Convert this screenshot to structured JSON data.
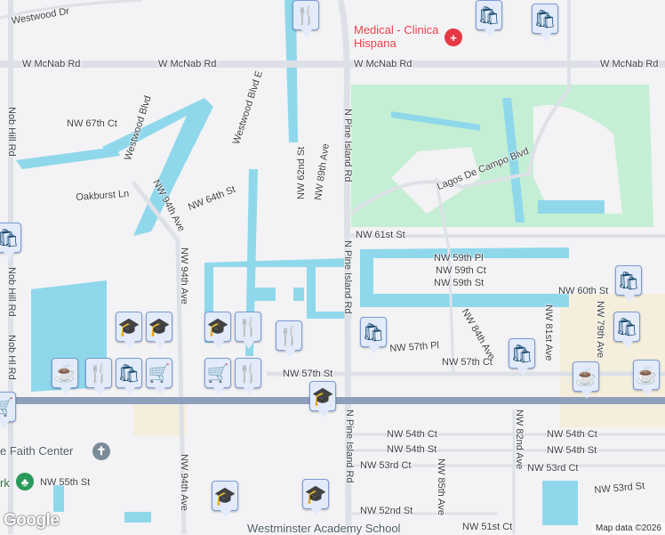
{
  "colors": {
    "background": "#f3f2f4",
    "water": "#8fd8ec",
    "park": "#c4efd4",
    "road": "#dde1e7",
    "highway": "#8d9fb9",
    "commercial": "#f5eedc",
    "marker_icon": "#0f4468",
    "marker_bg": "#e3ebfb"
  },
  "labels": {
    "westwood_dr": "Westwood Dr",
    "mcnab": "W McNab Rd",
    "nob_hill": "Nob Hill Rd",
    "nob_hill_short": "Nob Hl Rd",
    "westwood_blvd": "Westwood Blvd",
    "westwood_blvd_e": "Westwood Blvd E",
    "nw_67th_ct": "NW 67th Ct",
    "oakburst": "Oakburst Ln",
    "nw_94th_ave": "NW 94th Ave",
    "nw_64th_st": "NW 64th St",
    "nw_62nd_st": "NW 62nd St",
    "nw_89th_ave": "NW 89th Ave",
    "pine_island": "N Pine Island Rd",
    "lagos": "Lagos De Campo Blvd",
    "medical": "Medical - Clinica Hispana",
    "nw_61st_st": "NW 61st St",
    "nw_59th_pl": "NW 59th Pl",
    "nw_59th_ct": "NW 59th Ct",
    "nw_59th_st": "NW 59th St",
    "nw_60th_st": "NW 60th St",
    "nw_84th_ave": "NW 84th Ave",
    "nw_81st_ave": "NW 81st Ave",
    "nw_79th_ave": "NW 79th Ave",
    "nw_57th_pl": "NW 57th Pl",
    "nw_57th_ct": "NW 57th Ct",
    "nw_57th_st": "NW 57th St",
    "nw_54th_ct": "NW 54th Ct",
    "nw_54th_st": "NW 54th St",
    "nw_53rd_ct": "NW 53rd Ct",
    "nw_53rd_st": "NW 53rd St",
    "nw_85th_ave": "NW 85th Ave",
    "nw_82nd_ave": "NW 82nd Ave",
    "nw_52nd_st": "NW 52nd St",
    "nw_51st_ct": "NW 51st Ct",
    "nw_55th_st": "NW 55th St",
    "faith_center": "e Faith Center",
    "park": "rk",
    "school": "Westminster Academy School"
  },
  "poi_icons": {
    "hospital": "hospital-icon",
    "church": "church-icon",
    "park": "park-icon"
  },
  "markers": [
    "restaurant",
    "shopping",
    "shopping",
    "shopping",
    "education",
    "education",
    "education",
    "restaurant",
    "restaurant",
    "shopping",
    "coffee",
    "grocery",
    "grocery",
    "grocery",
    "restaurant",
    "restaurant",
    "shopping",
    "education",
    "shopping",
    "coffee",
    "coffee",
    "shopping",
    "shopping",
    "education",
    "education"
  ],
  "icon_glyphs": {
    "restaurant": "🍴",
    "shopping": "🛍",
    "education": "🎓",
    "coffee": "☕",
    "grocery": "🛒"
  },
  "footer": {
    "google": "Google",
    "attribution": "Map data ©2026"
  }
}
